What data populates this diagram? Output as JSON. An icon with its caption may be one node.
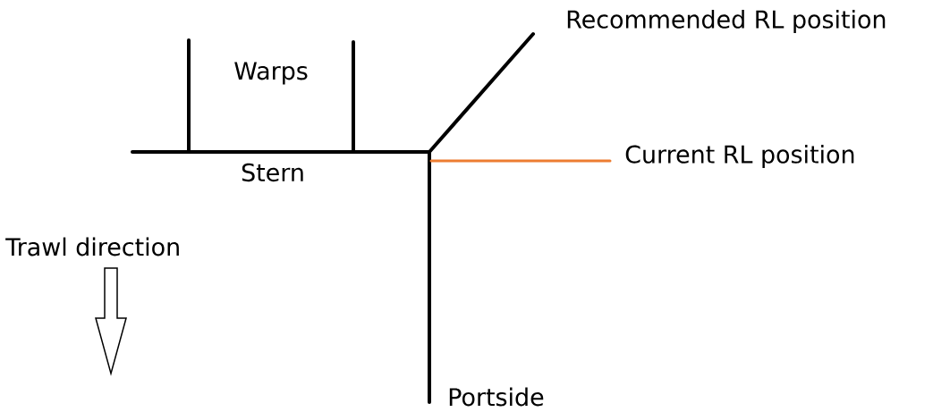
{
  "diagram": {
    "labels": [
      "Recommended RL position",
      "Warps",
      "Current RL position",
      "Stern",
      "Trawl direction",
      "Portside"
    ]
  }
}
